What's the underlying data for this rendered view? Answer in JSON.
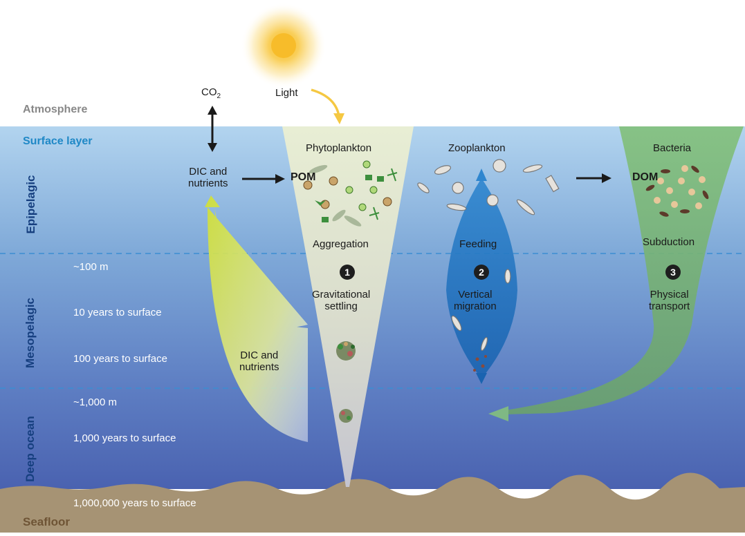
{
  "layers": {
    "atmosphere": "Atmosphere",
    "surface": "Surface layer",
    "epipelagic": "Epipelagic",
    "mesopelagic": "Mesopelagic",
    "deep": "Deep ocean",
    "seafloor": "Seafloor"
  },
  "top": {
    "co2": "CO",
    "co2_sub": "2",
    "light": "Light"
  },
  "epi": {
    "dic_line1": "DIC and",
    "dic_line2": "nutrients",
    "phytoplankton": "Phytoplankton",
    "pom": "POM",
    "aggregation": "Aggregation",
    "zooplankton": "Zooplankton",
    "feeding": "Feeding",
    "bacteria": "Bacteria",
    "dom": "DOM",
    "subduction": "Subduction"
  },
  "depths": {
    "m100": "~100 m",
    "y10": "10 years to surface",
    "y100": "100 years to surface",
    "m1000": "~1,000 m",
    "y1000": "1,000 years to surface",
    "y1000000": "1,000,000 years to surface"
  },
  "pathways": [
    {
      "num": "1",
      "line1": "Gravitational",
      "line2": "settling"
    },
    {
      "num": "2",
      "line1": "Vertical",
      "line2": "migration"
    },
    {
      "num": "3",
      "line1": "Physical",
      "line2": "transport"
    }
  ],
  "meso": {
    "dic_line1": "DIC and",
    "dic_line2": "nutrients"
  },
  "colors": {
    "surface_top": "#aed0ee",
    "deep_bottom": "#4a62b0",
    "seafloor": "#a69374",
    "phyto_cone": "#e6ecd4",
    "dom_cone": "#7fba74",
    "migration": "#1f78c4",
    "return_arrow": "#d8e33a",
    "sun": "#f7c23a",
    "label_surface": "#1f88c6",
    "label_depth": "#163f7f"
  }
}
